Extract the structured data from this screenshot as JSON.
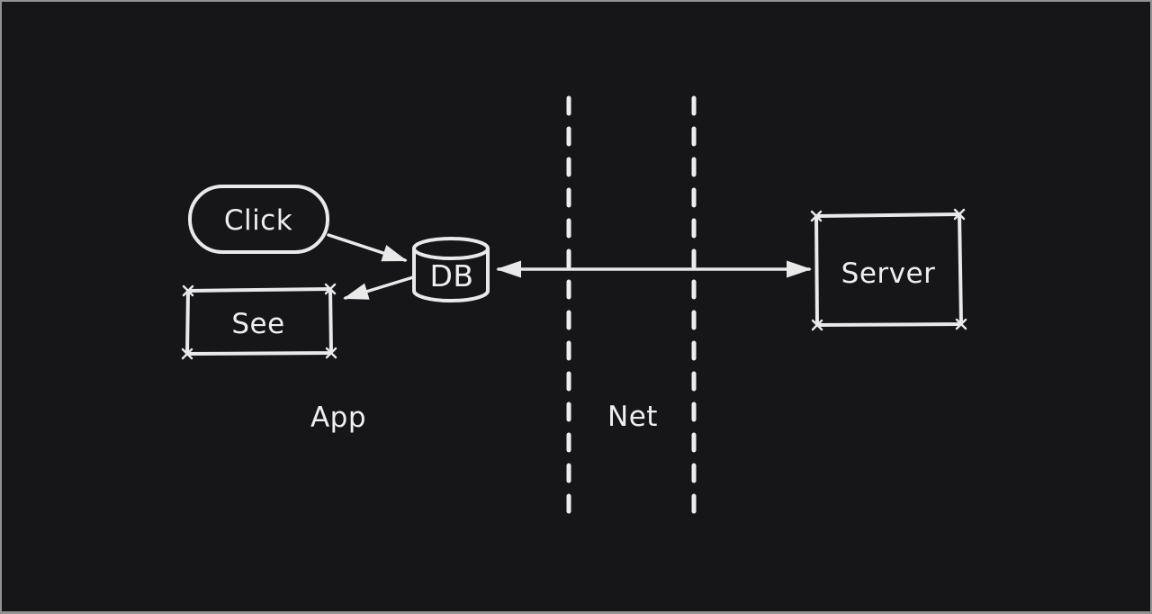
{
  "theme": {
    "canvas_background": "#161619",
    "frame_border": "#929292",
    "stroke_color": "#e9e9e9",
    "text_color": "#eeeeee"
  },
  "diagram": {
    "nodes": {
      "click": {
        "label": "Click",
        "shape": "stadium"
      },
      "db": {
        "label": "DB",
        "shape": "cylinder"
      },
      "see": {
        "label": "See",
        "shape": "rectangle"
      },
      "server": {
        "label": "Server",
        "shape": "rectangle"
      }
    },
    "zone_labels": {
      "app": "App",
      "net": "Net"
    },
    "edges": [
      {
        "from": "Click",
        "to": "DB",
        "style": "arrow"
      },
      {
        "from": "DB",
        "to": "See",
        "style": "arrow"
      },
      {
        "from": "DB",
        "to": "Server",
        "style": "double-arrow"
      }
    ],
    "separators": {
      "style": "vertical-dashed-line",
      "count": 2
    }
  }
}
